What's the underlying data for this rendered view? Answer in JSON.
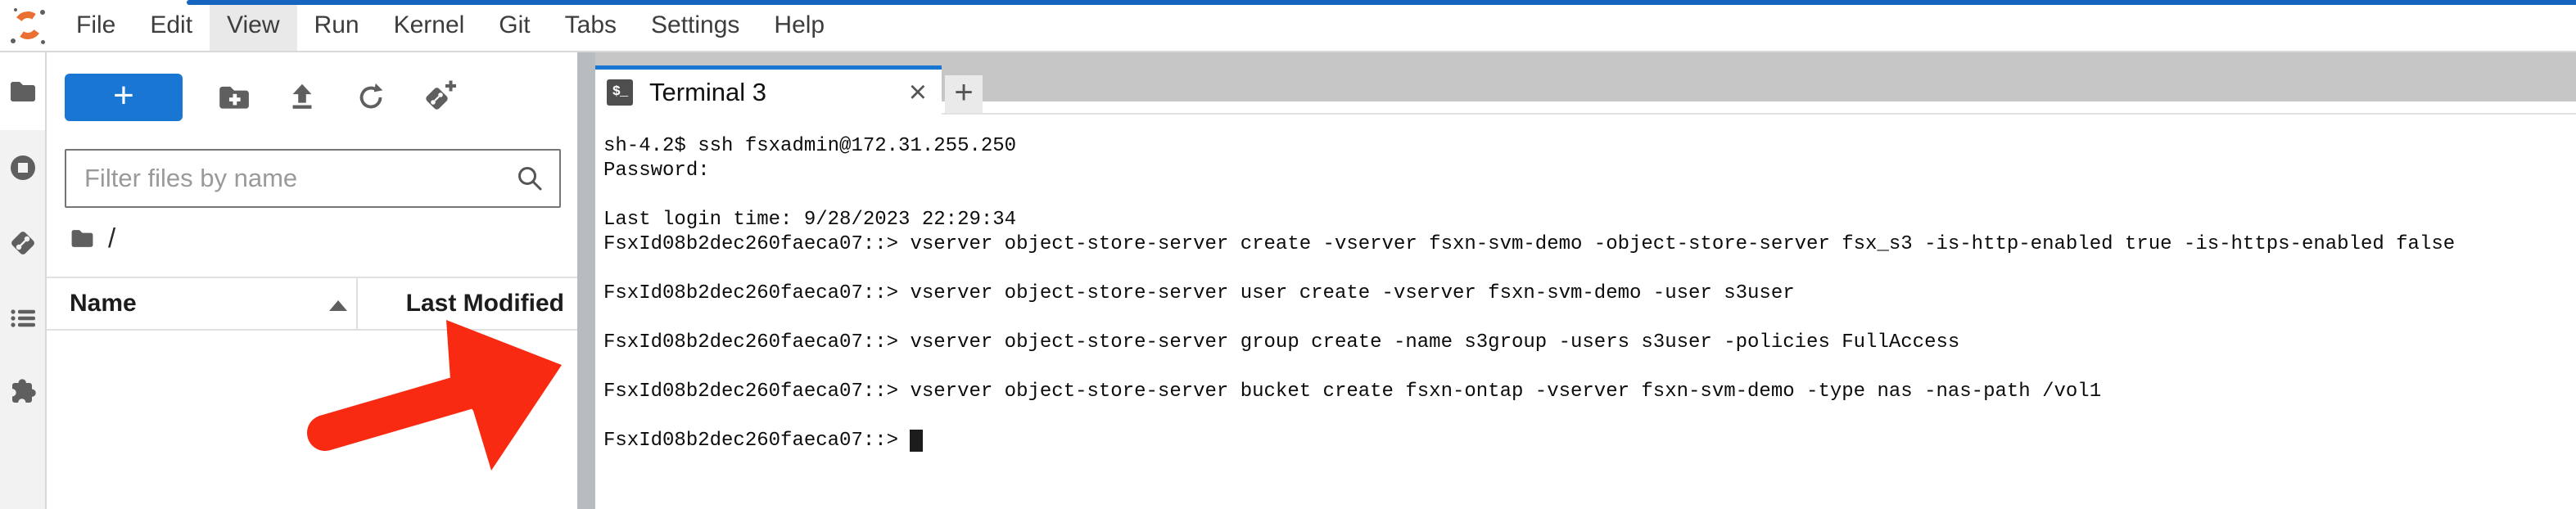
{
  "menu_bar": {
    "logo_icon": "orange-ring-logo",
    "items": [
      "File",
      "Edit",
      "View",
      "Run",
      "Kernel",
      "Git",
      "Tabs",
      "Settings",
      "Help"
    ],
    "active_item": "View"
  },
  "sidebar": {
    "icons": [
      "file-browser-icon",
      "running-sessions-icon",
      "git-icon",
      "table-of-contents-icon",
      "extensions-icon"
    ],
    "active_icon": "file-browser-icon"
  },
  "file_browser": {
    "toolbar": {
      "new_launcher_label": "+",
      "icons": [
        "new-folder-icon",
        "upload-icon",
        "refresh-icon",
        "git-clone-icon"
      ]
    },
    "filter": {
      "placeholder": "Filter files by name",
      "value": "",
      "icon": "search-icon"
    },
    "breadcrumb": {
      "icon": "folder-icon",
      "path": "/"
    },
    "listing": {
      "name_header": "Name",
      "sort_icon": "sort-ascending-icon",
      "modified_header": "Last Modified",
      "rows": []
    }
  },
  "dock": {
    "tabs": [
      {
        "title": "Terminal 3",
        "icon": "terminal-icon",
        "icon_glyph": "$_",
        "close_icon": "×",
        "active": true
      }
    ],
    "new_tab_label": "+"
  },
  "terminal": {
    "lines": [
      "sh-4.2$ ssh fsxadmin@172.31.255.250",
      "Password:",
      "",
      "Last login time: 9/28/2023 22:29:34",
      "FsxId08b2dec260faeca07::> vserver object-store-server create -vserver fsxn-svm-demo -object-store-server fsx_s3 -is-http-enabled true -is-https-enabled false",
      "",
      "FsxId08b2dec260faeca07::> vserver object-store-server user create -vserver fsxn-svm-demo -user s3user",
      "",
      "FsxId08b2dec260faeca07::> vserver object-store-server group create -name s3group -users s3user -policies FullAccess",
      "",
      "FsxId08b2dec260faeca07::> vserver object-store-server bucket create fsxn-ontap -vserver fsxn-svm-demo -type nas -nas-path /vol1",
      ""
    ],
    "prompt": "FsxId08b2dec260faeca07::> "
  },
  "annotation": {
    "shape": "red-arrow",
    "color": "#f92a12"
  },
  "colors": {
    "accent_blue": "#1976d2",
    "top_strip_blue": "#1565c0",
    "tab_bar_gray": "#c6c6c6",
    "splitter_gray": "#b7bcbe",
    "sidebar_gray": "#f2f2f2",
    "icon_gray": "#5f5f5f",
    "arrow_red": "#f92a12",
    "logo_orange": "#e96f33"
  }
}
